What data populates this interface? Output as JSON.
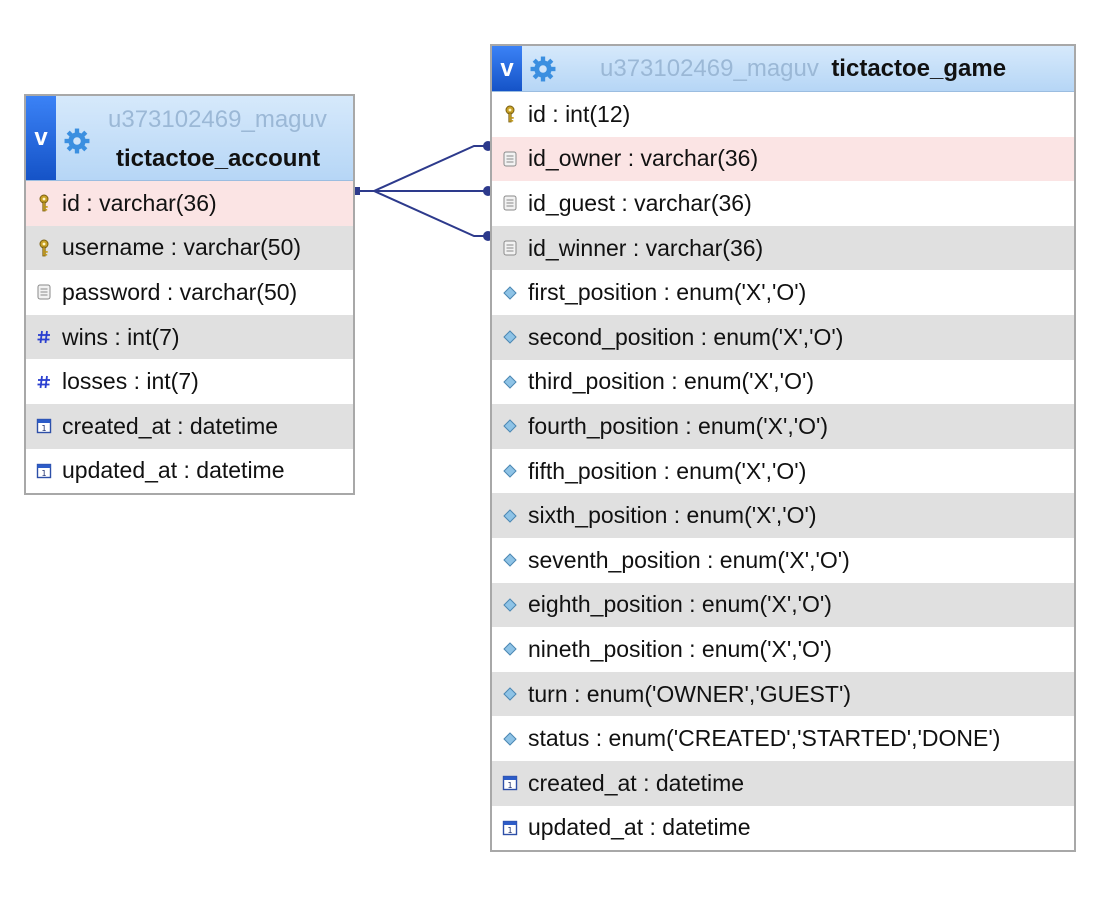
{
  "account": {
    "db": "u373102469_maguv",
    "name": "tictactoe_account",
    "toggle": "v",
    "columns": [
      {
        "icon": "key",
        "label": "id : varchar(36)",
        "style": "pk"
      },
      {
        "icon": "key",
        "label": "username : varchar(50)",
        "style": "alt"
      },
      {
        "icon": "text",
        "label": "password : varchar(50)",
        "style": ""
      },
      {
        "icon": "number",
        "label": "wins : int(7)",
        "style": "alt"
      },
      {
        "icon": "number",
        "label": "losses : int(7)",
        "style": ""
      },
      {
        "icon": "date",
        "label": "created_at : datetime",
        "style": "alt"
      },
      {
        "icon": "date",
        "label": "updated_at : datetime",
        "style": ""
      }
    ]
  },
  "game": {
    "db": "u373102469_maguv",
    "name": "tictactoe_game",
    "toggle": "v",
    "columns": [
      {
        "icon": "key",
        "label": "id : int(12)",
        "style": ""
      },
      {
        "icon": "text",
        "label": "id_owner : varchar(36)",
        "style": "pk"
      },
      {
        "icon": "text",
        "label": "id_guest : varchar(36)",
        "style": ""
      },
      {
        "icon": "text",
        "label": "id_winner : varchar(36)",
        "style": "alt"
      },
      {
        "icon": "enum",
        "label": "first_position : enum('X','O')",
        "style": ""
      },
      {
        "icon": "enum",
        "label": "second_position : enum('X','O')",
        "style": "alt"
      },
      {
        "icon": "enum",
        "label": "third_position : enum('X','O')",
        "style": ""
      },
      {
        "icon": "enum",
        "label": "fourth_position : enum('X','O')",
        "style": "alt"
      },
      {
        "icon": "enum",
        "label": "fifth_position : enum('X','O')",
        "style": ""
      },
      {
        "icon": "enum",
        "label": "sixth_position : enum('X','O')",
        "style": "alt"
      },
      {
        "icon": "enum",
        "label": "seventh_position : enum('X','O')",
        "style": ""
      },
      {
        "icon": "enum",
        "label": "eighth_position : enum('X','O')",
        "style": "alt"
      },
      {
        "icon": "enum",
        "label": "nineth_position : enum('X','O')",
        "style": ""
      },
      {
        "icon": "enum",
        "label": "turn : enum('OWNER','GUEST')",
        "style": "alt"
      },
      {
        "icon": "enum",
        "label": "status : enum('CREATED','STARTED','DONE')",
        "style": ""
      },
      {
        "icon": "date",
        "label": "created_at : datetime",
        "style": "alt"
      },
      {
        "icon": "date",
        "label": "updated_at : datetime",
        "style": ""
      }
    ]
  },
  "colors": {
    "header_blue": "#b6d6f6",
    "toggle_blue": "#1553c7",
    "db_text": "#9bb8d6",
    "row_alt": "#e0e0e0",
    "row_pk": "#fbe4e4",
    "link_line": "#2d3a8c"
  }
}
